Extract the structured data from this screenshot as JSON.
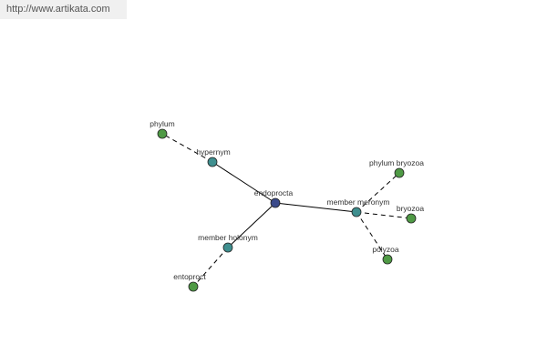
{
  "watermark": "http://www.artikata.com",
  "colors": {
    "center": "#3a4a8a",
    "relation": "#3f8f8f",
    "leaf": "#4f9a45",
    "edge": "#000000",
    "stroke": "#222222",
    "label": "#333333"
  },
  "nodes": [
    {
      "id": "endoprocta",
      "label": "endoprocta",
      "kind": "center"
    },
    {
      "id": "hypernym",
      "label": "hypernym",
      "kind": "relation"
    },
    {
      "id": "member_holonym",
      "label": "member holonym",
      "kind": "relation"
    },
    {
      "id": "member_meronym",
      "label": "member meronym",
      "kind": "relation"
    },
    {
      "id": "phylum",
      "label": "phylum",
      "kind": "leaf"
    },
    {
      "id": "entoproct",
      "label": "entoproct",
      "kind": "leaf"
    },
    {
      "id": "phylum_bryozoa",
      "label": "phylum bryozoa",
      "kind": "leaf"
    },
    {
      "id": "bryozoa",
      "label": "bryozoa",
      "kind": "leaf"
    },
    {
      "id": "polyzoa",
      "label": "polyzoa",
      "kind": "leaf"
    }
  ],
  "edges": [
    {
      "from": "endoprocta",
      "to": "hypernym",
      "style": "solid"
    },
    {
      "from": "endoprocta",
      "to": "member_holonym",
      "style": "solid"
    },
    {
      "from": "endoprocta",
      "to": "member_meronym",
      "style": "solid"
    },
    {
      "from": "hypernym",
      "to": "phylum",
      "style": "dashed"
    },
    {
      "from": "member_holonym",
      "to": "entoproct",
      "style": "dashed"
    },
    {
      "from": "member_meronym",
      "to": "phylum_bryozoa",
      "style": "dashed"
    },
    {
      "from": "member_meronym",
      "to": "bryozoa",
      "style": "dashed"
    },
    {
      "from": "member_meronym",
      "to": "polyzoa",
      "style": "dashed"
    }
  ]
}
